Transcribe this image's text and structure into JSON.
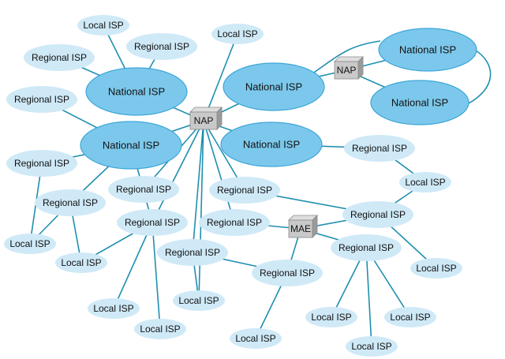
{
  "labels": {
    "local_isp": "Local ISP",
    "regional_isp": "Regional ISP",
    "national_isp": "National ISP",
    "nap": "NAP",
    "mae": "MAE"
  },
  "colors": {
    "node_light": "#cfe9f7",
    "node_dark": "#7cc8ec",
    "node_dark_stroke": "#3ea6d8",
    "link": "#1f8fb0",
    "switch_face": "#c9c9c9",
    "switch_side": "#9a9a9a"
  }
}
